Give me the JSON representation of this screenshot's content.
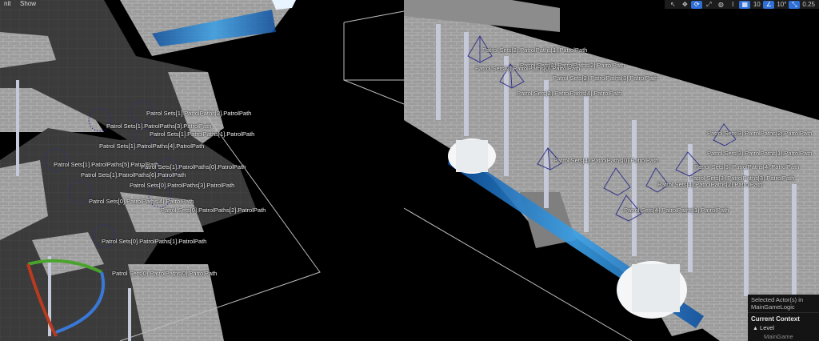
{
  "toolbar_left": {
    "button_a": "nit",
    "button_b": "Show"
  },
  "toolbar_right": [
    {
      "icon": "select-arrow-icon",
      "glyph": "↖",
      "active": false
    },
    {
      "icon": "translate-icon",
      "glyph": "✥",
      "active": false
    },
    {
      "icon": "rotate-icon",
      "glyph": "⟳",
      "active": true
    },
    {
      "icon": "scale-icon",
      "glyph": "⤢",
      "active": false
    },
    {
      "icon": "globe-icon",
      "glyph": "◍",
      "active": false
    },
    {
      "icon": "surface-snap-icon",
      "glyph": "⌇",
      "active": false
    },
    {
      "icon": "grid-snap-icon",
      "glyph": "▦",
      "active": true
    },
    {
      "icon": "",
      "glyph": "10",
      "active": false
    },
    {
      "icon": "angle-snap-icon",
      "glyph": "∠",
      "active": true
    },
    {
      "icon": "",
      "glyph": "10°",
      "active": false
    },
    {
      "icon": "scale-snap-icon",
      "glyph": "⤡",
      "active": true
    },
    {
      "icon": "",
      "glyph": "0.25",
      "active": false
    }
  ],
  "patrol_labels": [
    "Patrol Sets[2].PatrolPaths[1].PatrolPath",
    "Patrol Sets[2].PatrolPaths[2].PatrolPath",
    "Patrol Sets[2].PatrolPaths[0].PatrolPath",
    "Patrol Sets[2].PatrolPaths[3].PatrolPath",
    "Patrol Sets[2].PatrolPaths[4].PatrolPath",
    "Patrol Sets[1].PatrolPaths[2].PatrolPath",
    "Patrol Sets[1].PatrolPaths[3].PatrolPath",
    "Patrol Sets[1].PatrolPaths[1].PatrolPath",
    "Patrol Sets[1].PatrolPaths[4].PatrolPath",
    "Patrol Sets[1].PatrolPaths[5].PatrolPath",
    "Patrol Sets[1].PatrolPaths[0].PatrolPath",
    "Patrol Sets[1].PatrolPaths[6].PatrolPath",
    "Patrol Sets[0].PatrolPaths[3].PatrolPath",
    "Patrol Sets[0].PatrolPaths[4].PatrolPath",
    "Patrol Sets[0].PatrolPaths[2].PatrolPath",
    "Patrol Sets[0].PatrolPaths[1].PatrolPath",
    "Patrol Sets[0].PatrolPaths[0].PatrolPath",
    "Patrol Sets[3].PatrolPaths[2].PatrolPath",
    "Patrol Sets[3].PatrolPaths[1].PatrolPath",
    "Patrol Sets[4].PatrolPaths[0].PatrolPath",
    "Patrol Sets[3].PatrolPaths[4].PatrolPath",
    "Patrol Sets[3].PatrolPaths[3].PatrolPath",
    "Patrol Sets[4].PatrolPaths[2].PatrolPath",
    "Patrol Sets[4].PatrolPaths[1].PatrolPath"
  ],
  "details_panel": {
    "selected": "Selected Actor(s) in",
    "logic": "MainGameLogic",
    "context_heading": "Current Context",
    "level_label": "Level",
    "level_value": "MainGame (Persistent)"
  }
}
